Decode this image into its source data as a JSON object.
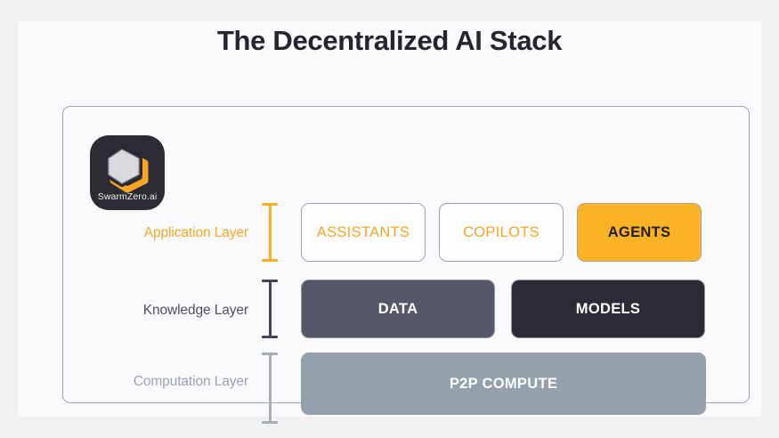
{
  "page": {
    "title": "The Decentralized AI Stack",
    "background_color": "#fafafc",
    "frame_color": "#f1f1f3"
  },
  "brand": {
    "logo_name": "SwarmZero.ai",
    "badge_color": "#2c2b33",
    "hexagon_gray": "#d7d9de",
    "hexagon_orange": "#f5a623"
  },
  "colors": {
    "accent_orange": "#f5a623",
    "agents_fill": "#fbb326",
    "data_fill": "#565669",
    "models_fill": "#2b2a35",
    "compute_fill": "#94a0ac",
    "container_border": "#9aa3b0"
  },
  "chart_data": {
    "type": "diagram",
    "title": "The Decentralized AI Stack",
    "layers": [
      {
        "label": "Application Layer",
        "label_color": "#f5a623",
        "bracket_color": "#fbae26",
        "nodes": [
          {
            "label": "ASSISTANTS",
            "style": "outline",
            "fill": "#fdfdfe",
            "text_color": "#f5a623",
            "width_units": 1
          },
          {
            "label": "COPILOTS",
            "style": "outline",
            "fill": "#fdfdfe",
            "text_color": "#f5a623",
            "width_units": 1
          },
          {
            "label": "AGENTS",
            "style": "filled",
            "fill": "#fbb326",
            "text_color": "#1f1e26",
            "width_units": 1
          }
        ]
      },
      {
        "label": "Knowledge Layer",
        "label_color": "#4f4f63",
        "bracket_color": "#454456",
        "nodes": [
          {
            "label": "DATA",
            "style": "filled",
            "fill": "#565669",
            "text_color": "#ffffff",
            "width_units": 1.5
          },
          {
            "label": "MODELS",
            "style": "filled",
            "fill": "#2b2a35",
            "text_color": "#ffffff",
            "width_units": 1.5
          }
        ]
      },
      {
        "label": "Computation Layer",
        "label_color": "#98a3b0",
        "bracket_color": "#a5afba",
        "nodes": [
          {
            "label": "P2P COMPUTE",
            "style": "filled",
            "fill": "#94a0ac",
            "text_color": "#ffffff",
            "width_units": 3
          }
        ]
      }
    ]
  },
  "icons": {
    "logo": "swarmzero-hexagon-icon"
  }
}
